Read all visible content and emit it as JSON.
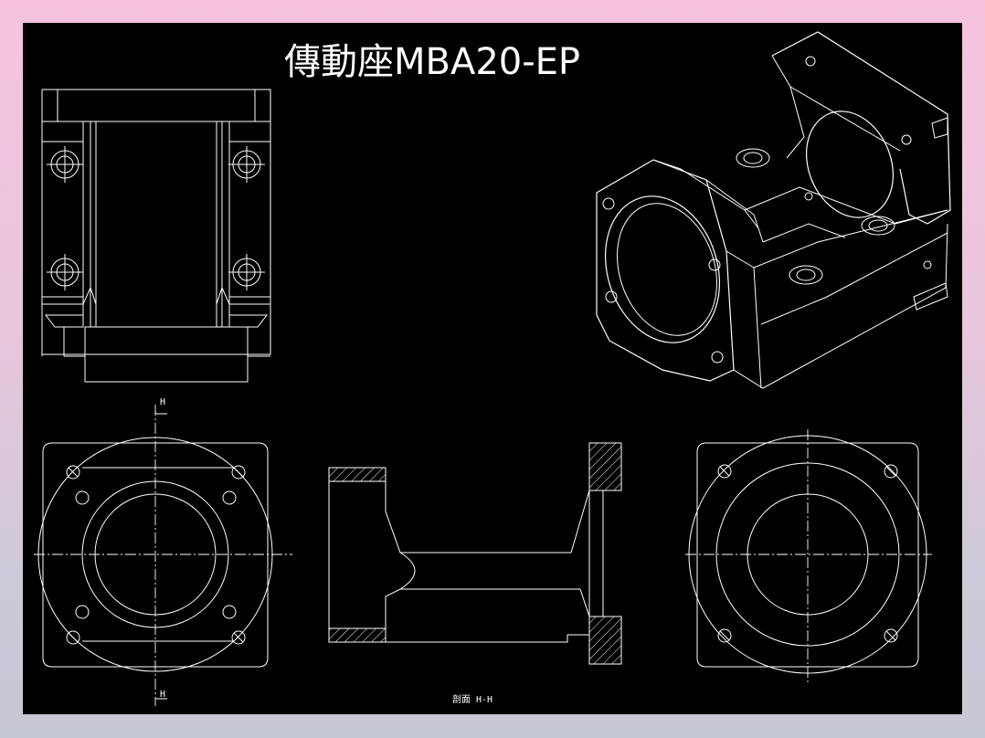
{
  "drawing": {
    "title": "傳動座MBA20-EP",
    "section_marker_top": "H",
    "section_marker_bottom": "H",
    "section_caption": "剖面 H-H"
  },
  "colors": {
    "background_gradient_top": "#f7c3df",
    "background_gradient_bottom": "#c6c8d4",
    "sheet": "#000000",
    "lines": "#ffffff"
  }
}
